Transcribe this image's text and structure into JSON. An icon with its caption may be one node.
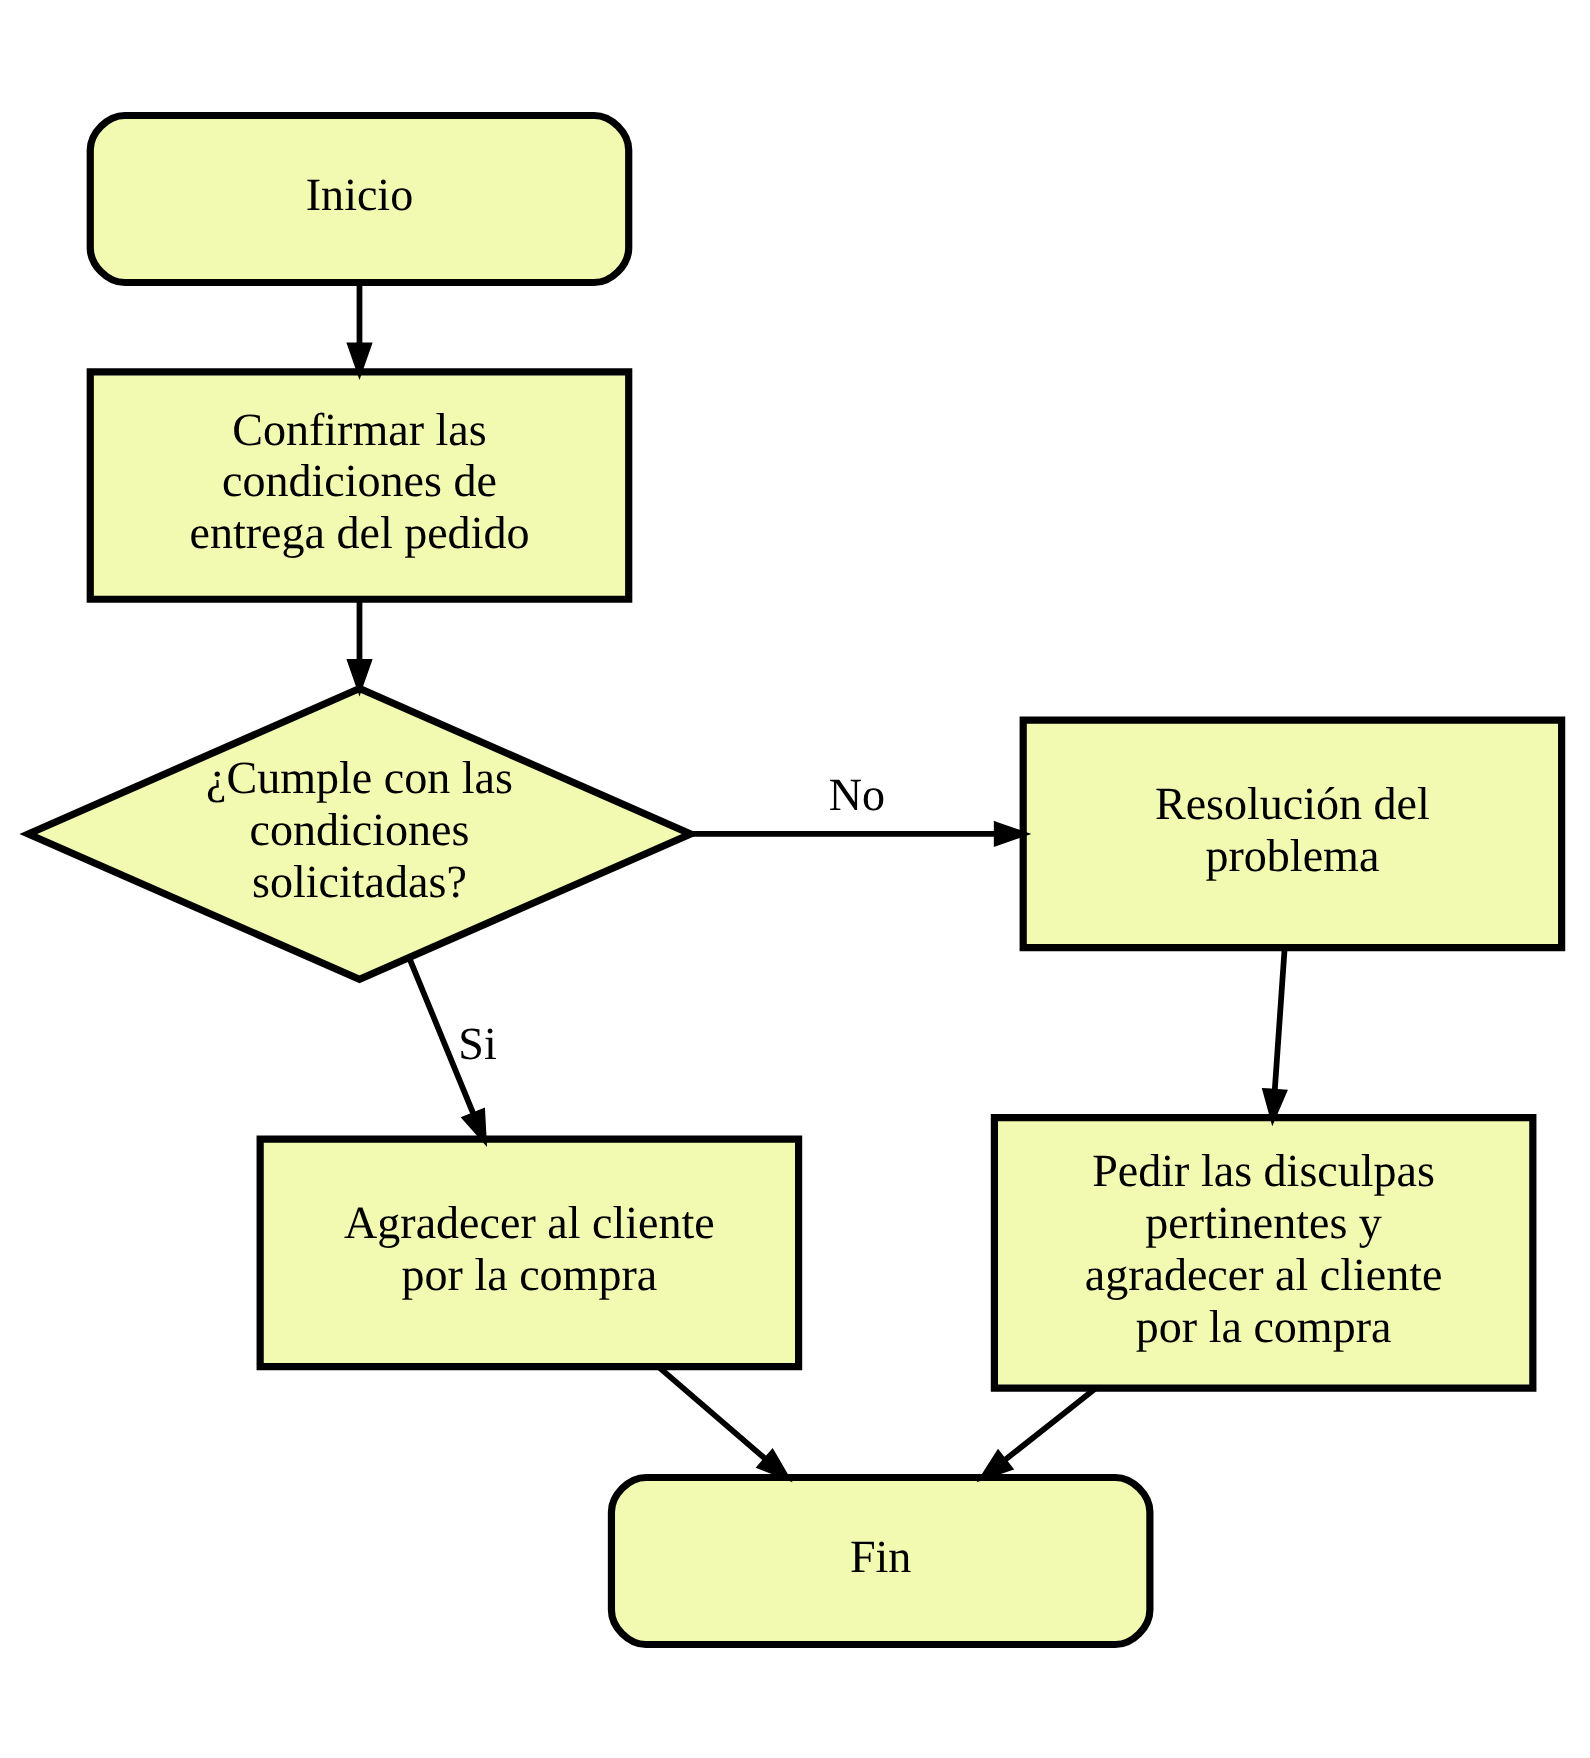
{
  "diagram": {
    "nodes": [
      {
        "text": [
          "Inicio"
        ]
      },
      {
        "text": [
          "Confirmar las condiciones de entrega del pedido"
        ]
      },
      {
        "text": [
          "¿Cumple con las condiciones solicitadas?"
        ]
      },
      {
        "text": [
          "Resolución del problema"
        ]
      },
      {
        "text": [
          "Agradecer al cliente por la compra"
        ]
      },
      {
        "text": [
          "Pedir las disculpas pertinentes y agradecer al cliente por la compra"
        ]
      },
      {
        "text": [
          "Fin"
        ]
      }
    ],
    "edges": [
      {
        "from": 0,
        "to": 1,
        "arrow": "to"
      },
      {
        "from": 1,
        "to": 2,
        "arrow": "to"
      },
      {
        "from": 2,
        "to": 3,
        "arrow": "to",
        "label": "No"
      },
      {
        "from": 2,
        "to": 4,
        "arrow": "to",
        "label": "Si"
      },
      {
        "from": 3,
        "to": 5,
        "arrow": "to"
      },
      {
        "from": 4,
        "to": 6,
        "arrow": "to"
      },
      {
        "from": 5,
        "to": 6,
        "arrow": "to"
      }
    ]
  }
}
